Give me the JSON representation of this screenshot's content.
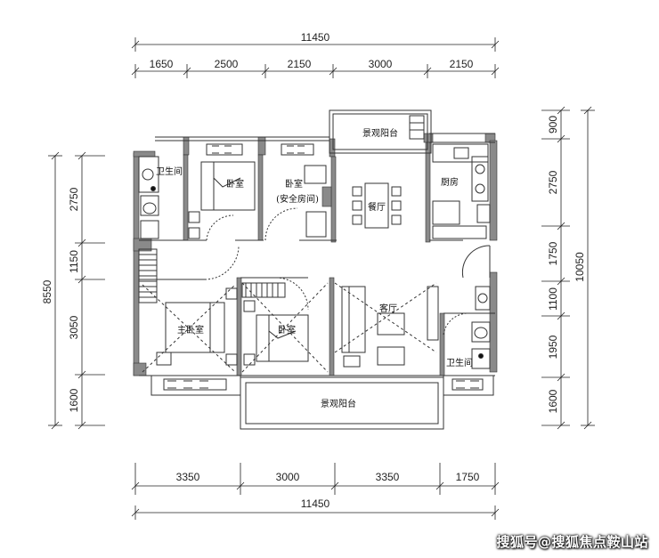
{
  "dimensions": {
    "top_total": "11450",
    "top_segments": [
      "1650",
      "2500",
      "2150",
      "3000",
      "2150"
    ],
    "bottom_segments": [
      "3350",
      "3000",
      "3350",
      "1750"
    ],
    "bottom_total": "11450",
    "left_segments": [
      "2750",
      "1150",
      "3050",
      "1600"
    ],
    "left_total": "8550",
    "right_segments": [
      "900",
      "2750",
      "1750",
      "1100",
      "1950",
      "1600"
    ],
    "right_total": "10050"
  },
  "rooms": {
    "balcony_top": "景观阳台",
    "bath_left": "卫生间",
    "bedroom_1": "卧室",
    "bedroom_2": "卧室",
    "safe_room": "(安全房间)",
    "dining": "餐厅",
    "kitchen": "厨房",
    "living": "客厅",
    "master_bedroom": "主卧室",
    "bedroom_3": "卧室",
    "bath_right": "卫生间",
    "balcony_bottom": "景观阳台"
  },
  "watermark": "搜狐号@搜狐焦点鞍山站"
}
